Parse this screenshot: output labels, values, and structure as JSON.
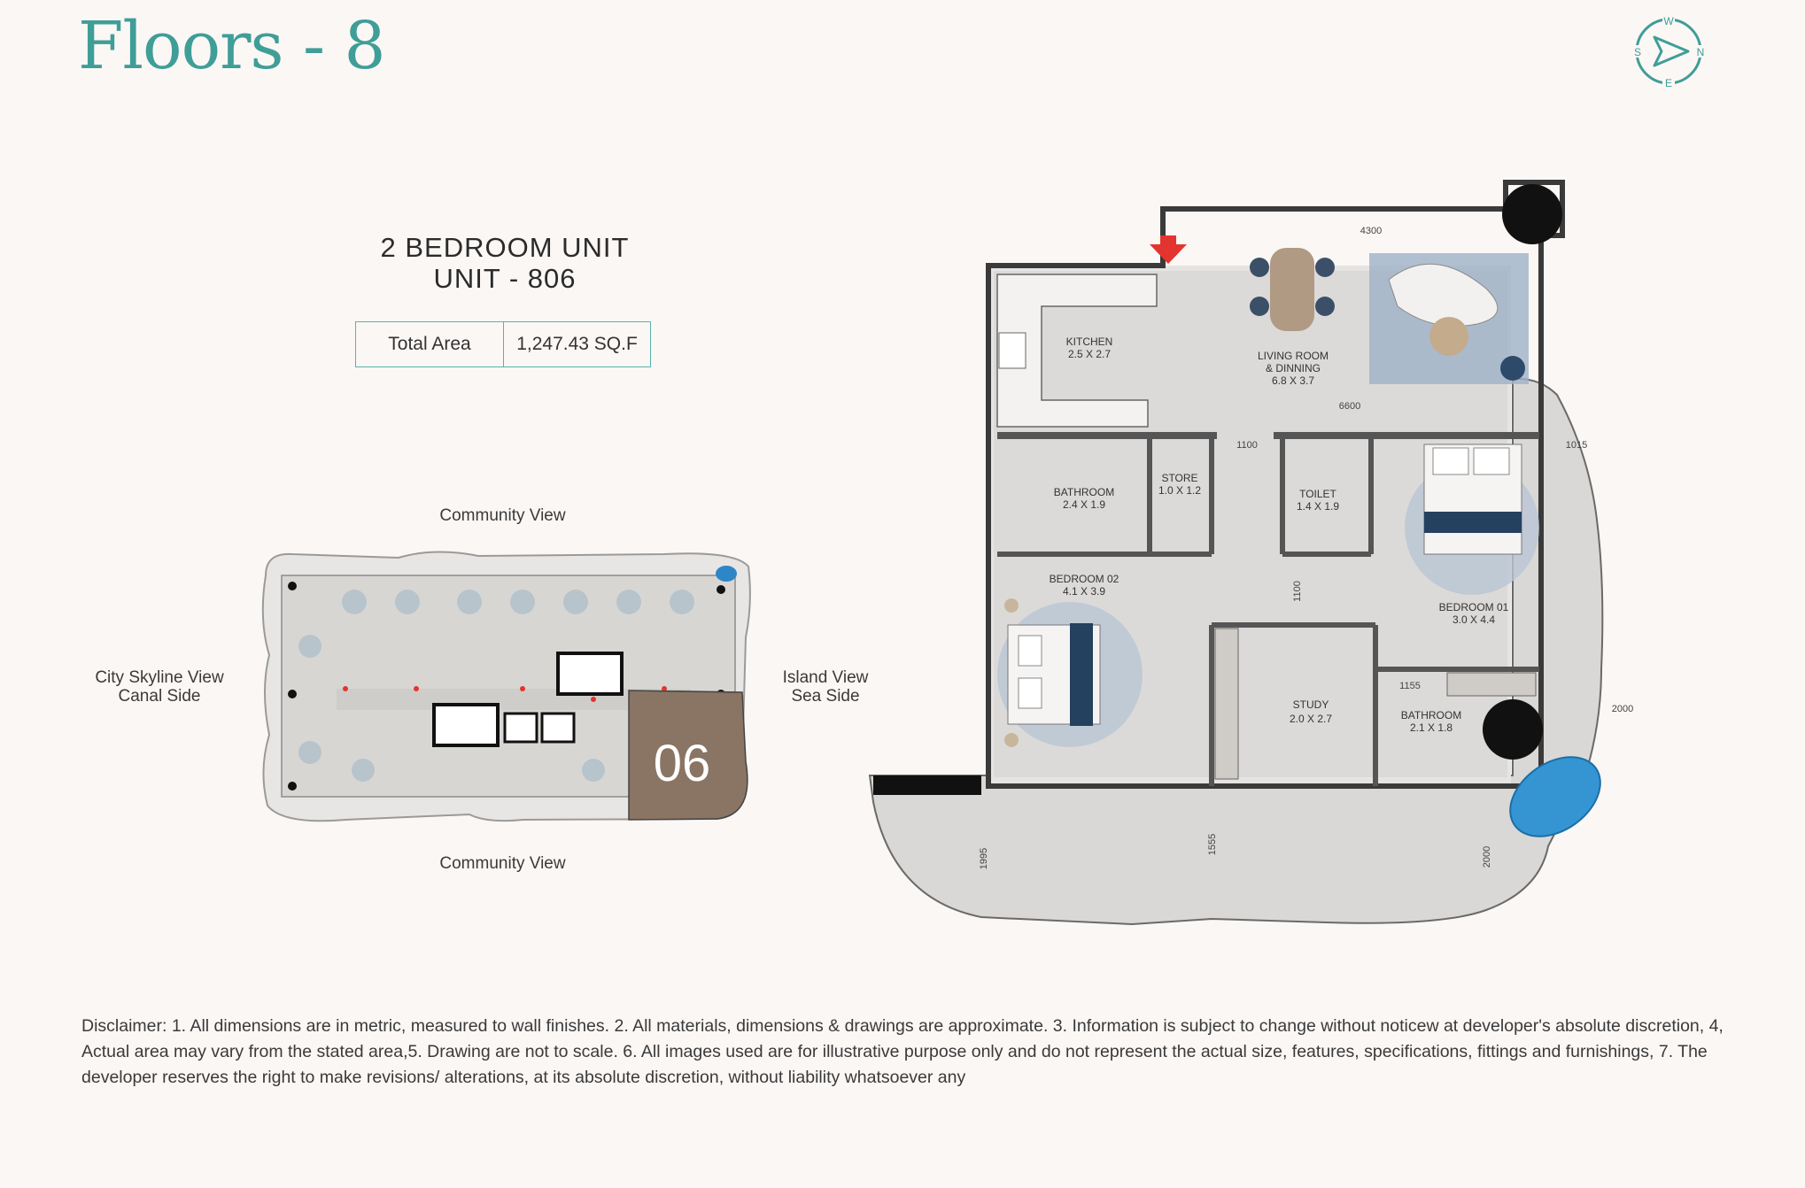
{
  "header": {
    "title": "Floors - 8",
    "compass": {
      "w": "W",
      "n": "N",
      "e": "E",
      "s": "S"
    }
  },
  "unit": {
    "type": "2 BEDROOM UNIT",
    "number": "UNIT - 806",
    "area_label": "Total Area",
    "area_value": "1,247.43 SQ.F"
  },
  "views": {
    "top": "Community View",
    "bottom": "Community View",
    "left_line1": "City Skyline View",
    "left_line2": "Canal Side",
    "right_line1": "Island View",
    "right_line2": "Sea Side"
  },
  "keyplan": {
    "unit_marker": "06",
    "highlight_color": "#8a7463"
  },
  "rooms": {
    "kitchen": {
      "name": "KITCHEN",
      "size": "2.5 X 2.7"
    },
    "living": {
      "name1": "LIVING ROOM",
      "name2": "& DINNING",
      "size": "6.8 X 3.7"
    },
    "bathroom_left": {
      "name": "BATHROOM",
      "size": "2.4 X 1.9"
    },
    "store": {
      "name": "STORE",
      "size": "1.0 X 1.2"
    },
    "toilet": {
      "name": "TOILET",
      "size": "1.4 X 1.9"
    },
    "bedroom02": {
      "name": "BEDROOM 02",
      "size": "4.1 X 3.9"
    },
    "bedroom01": {
      "name": "BEDROOM 01",
      "size": "3.0 X 4.4"
    },
    "study": {
      "name": "STUDY",
      "size": "2.0 X 2.7"
    },
    "bathroom_right": {
      "name": "BATHROOM",
      "size": "2.1 X 1.8"
    }
  },
  "dimensions": {
    "d4300": "4300",
    "d6600": "6600",
    "d1100a": "1100",
    "d1100b": "1100",
    "d1015": "1015",
    "d1155": "1155",
    "d2000a": "2000",
    "d1995": "1995",
    "d1555": "1555",
    "d2000b": "2000"
  },
  "colors": {
    "accent": "#3f9e97",
    "border": "#58b3a8",
    "entry_arrow": "#e3342f"
  },
  "disclaimer": "Disclaimer: 1. All dimensions are in metric, measured to wall finishes. 2. All materials, dimensions & drawings are approximate. 3. Information is subject to change without noticew at developer's absolute discretion, 4, Actual area may vary from the stated area,5. Drawing are not to scale. 6. All images used are for illustrative purpose only and do not represent the actual size, features, specifications, fittings and furnishings, 7. The developer reserves the right to make revisions/ alterations, at its absolute discretion, without liability whatsoever any"
}
